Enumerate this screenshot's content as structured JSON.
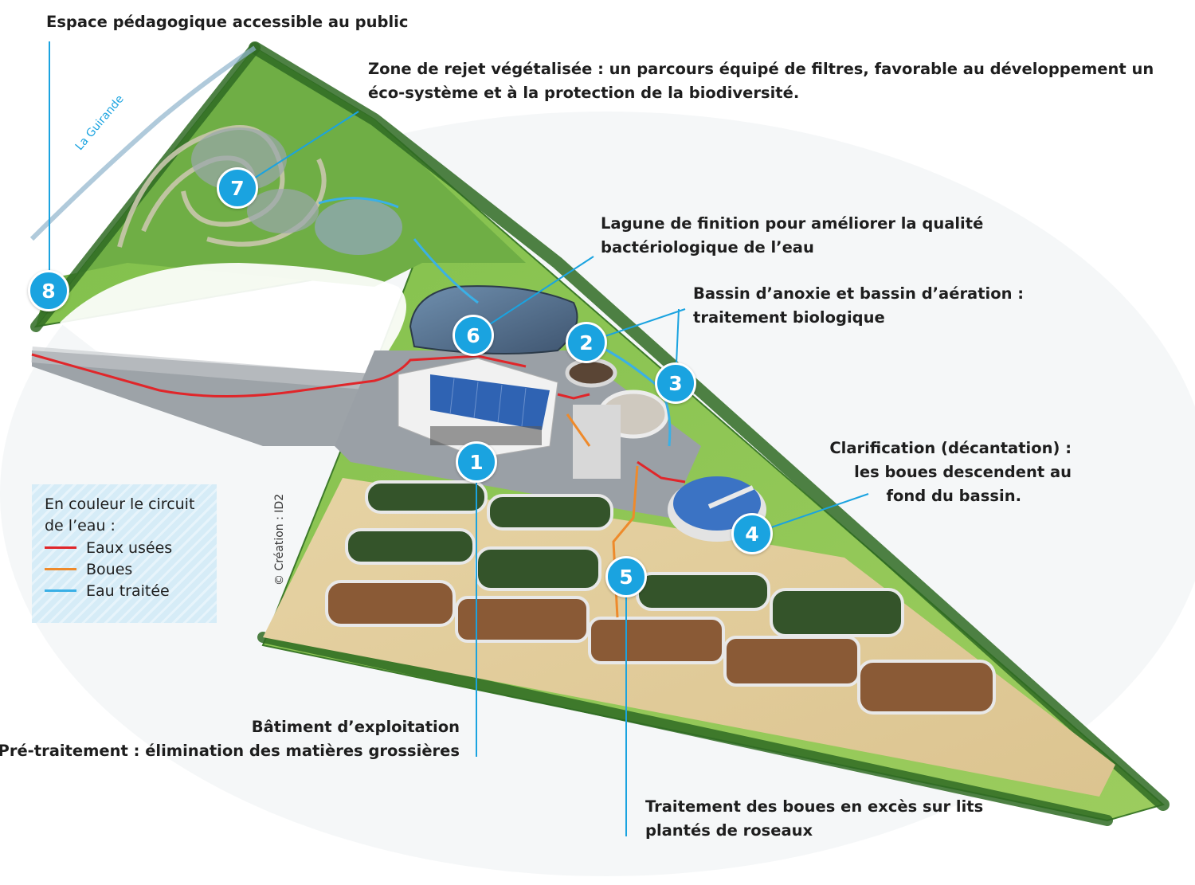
{
  "colors": {
    "accent": "#1aa3e0",
    "eaux_usees": "#e0262a",
    "boues": "#ee8a2b",
    "eau_traitee": "#3ab0e6"
  },
  "labels": {
    "espace": "Espace pédagogique accessible au public",
    "zone_line1": "Zone de rejet végétalisée : un parcours équipé de filtres, favorable au développement un",
    "zone_line2": "éco-système et à la protection de la biodiversité.",
    "lagune_line1": "Lagune de finition pour améliorer la qualité",
    "lagune_line2": "bactériologique de l’eau",
    "bassin_line1": "Bassin d’anoxie et bassin d’aération :",
    "bassin_line2": "traitement biologique",
    "clarif_line1": "Clarification (décantation) :",
    "clarif_line2": "les boues descendent au",
    "clarif_line3": "fond du bassin.",
    "batiment_line1": "Bâtiment d’exploitation",
    "batiment_line2": "Pré-traitement : élimination des matières grossières",
    "traitement_line1": "Traitement des boues en excès sur lits",
    "traitement_line2": "plantés de roseaux"
  },
  "badges": [
    "1",
    "2",
    "3",
    "4",
    "5",
    "6",
    "7",
    "8"
  ],
  "river_label": "La Guirande",
  "credit": "© Création : ID2",
  "legend": {
    "title": "En couleur le circuit de l’eau :",
    "items": [
      {
        "label": "Eaux usées",
        "color": "#e0262a"
      },
      {
        "label": "Boues",
        "color": "#ee8a2b"
      },
      {
        "label": "Eau traitée",
        "color": "#3ab0e6"
      }
    ]
  }
}
